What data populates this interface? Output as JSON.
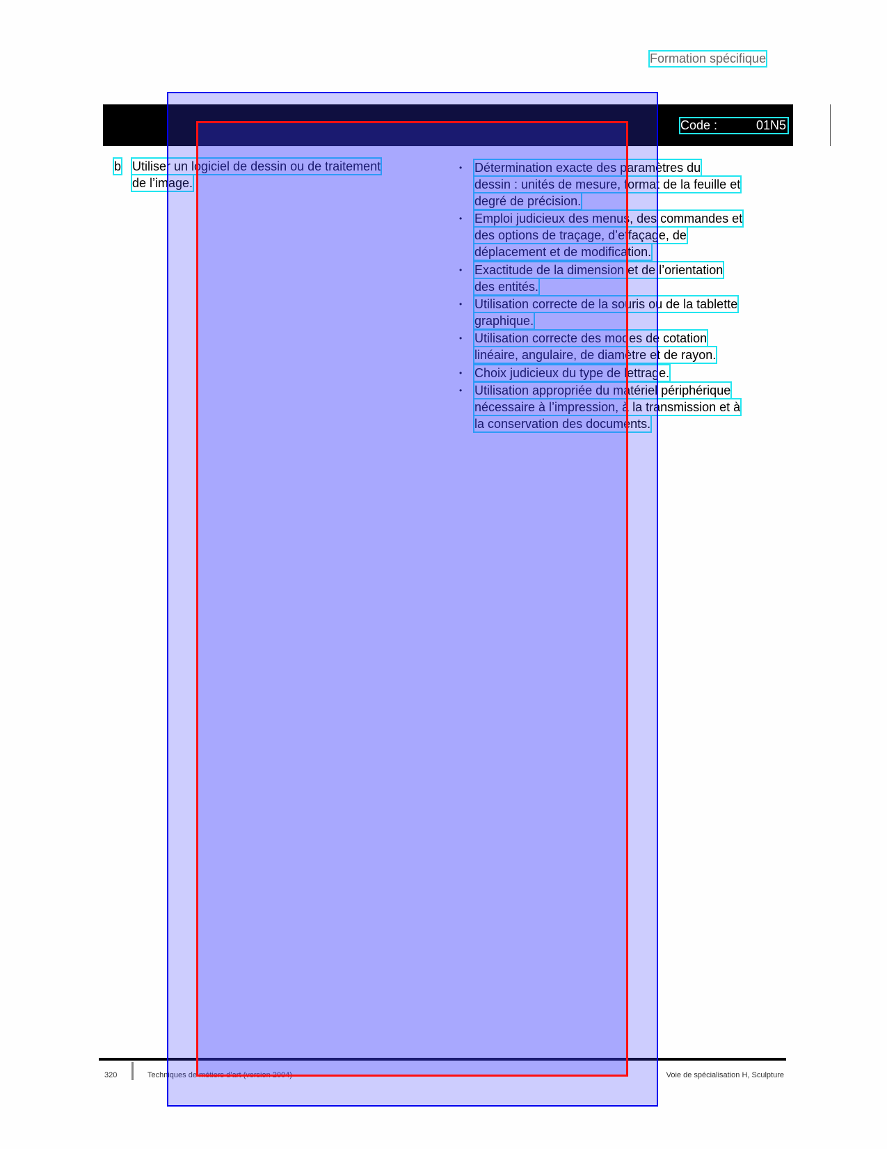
{
  "header": {
    "section_title": "Formation spécifique",
    "code_label": "Code :",
    "code_value": "01N5"
  },
  "left_column": {
    "marker": "b",
    "lines": [
      "Utiliser un logiciel de dessin ou de traitement",
      "de l’image."
    ]
  },
  "criteria": [
    {
      "lines": [
        "Détermination exacte des paramètres du",
        "dessin : unités de mesure, format de la feuille et",
        "degré de précision."
      ]
    },
    {
      "lines": [
        "Emploi judicieux des menus, des commandes et",
        "des options de traçage, d’effaçage, de",
        "déplacement et de modification."
      ]
    },
    {
      "lines": [
        "Exactitude de la dimension et de l’orientation",
        "des entités."
      ]
    },
    {
      "lines": [
        "Utilisation correcte de la souris ou de la tablette",
        "graphique."
      ]
    },
    {
      "lines": [
        "Utilisation correcte des modes de cotation",
        "linéaire, angulaire, de diamètre et de rayon."
      ]
    },
    {
      "lines": [
        "Choix judicieux du type de lettrage."
      ]
    },
    {
      "lines": [
        "Utilisation appropriée du matériel périphérique",
        "nécessaire à l’impression, à la transmission et à",
        "la conservation des documents."
      ]
    }
  ],
  "bullet_glyph": "•",
  "footer": {
    "page_number": "320",
    "left_text": "Techniques de métiers d’art (version 2004)",
    "right_text": "Voie de spécialisation H, Sculpture"
  }
}
